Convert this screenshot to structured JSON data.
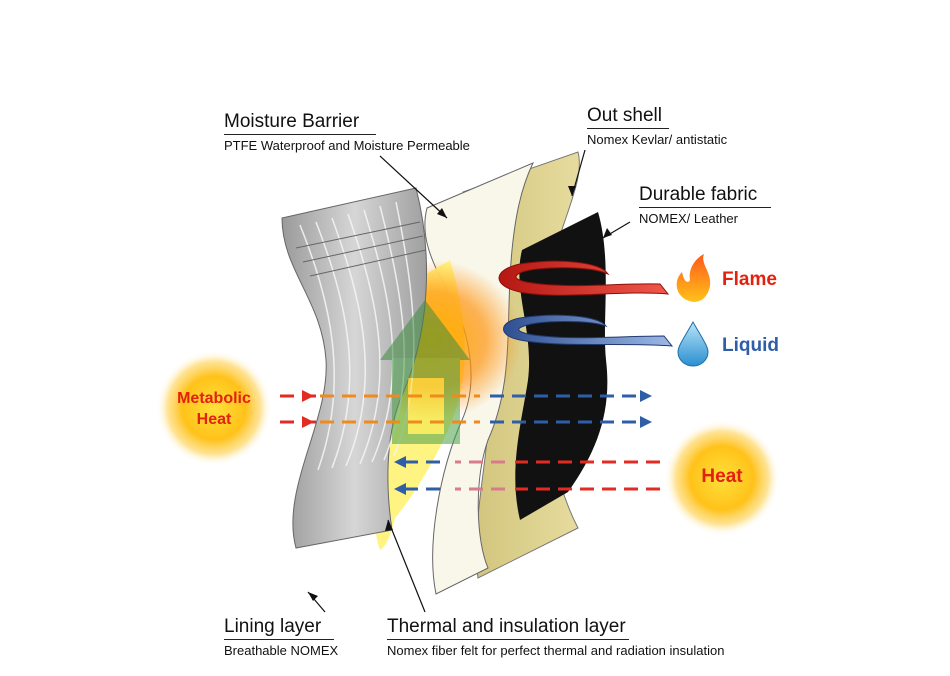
{
  "labels": {
    "moisture_barrier": {
      "title": "Moisture Barrier",
      "subtitle": "PTFE Waterproof and Moisture Permeable"
    },
    "out_shell": {
      "title": "Out shell",
      "subtitle": "Nomex  Kevlar/ antistatic"
    },
    "durable_fabric": {
      "title": "Durable fabric",
      "subtitle": "NOMEX/ Leather"
    },
    "lining_layer": {
      "title": "Lining layer",
      "subtitle": "Breathable NOMEX"
    },
    "thermal_layer": {
      "title": "Thermal and insulation layer",
      "subtitle": "Nomex fiber felt for perfect thermal and radiation insulation"
    }
  },
  "side": {
    "flame": "Flame",
    "liquid": "Liquid",
    "metabolic_heat": "Metabolic Heat",
    "heat": "Heat"
  },
  "icons": {
    "flame": "flame-icon",
    "liquid": "water-drop-icon",
    "metabolic_heat": "sun-glow-icon",
    "heat": "sun-glow-icon"
  },
  "colors": {
    "flame_text": "#e3210f",
    "liquid_text": "#2f5ea8",
    "red_arrow": "#e12b23",
    "blue_arrow": "#2f5ea8",
    "pink_arrow": "#d97b8a",
    "orange_arrow": "#f08a1c",
    "outer_shell": "#ddd28e",
    "durable_fabric": "#111111",
    "moisture_barrier": "#f7f4e4",
    "lining": "#bdbdbd",
    "thermal": "#fff27a"
  }
}
